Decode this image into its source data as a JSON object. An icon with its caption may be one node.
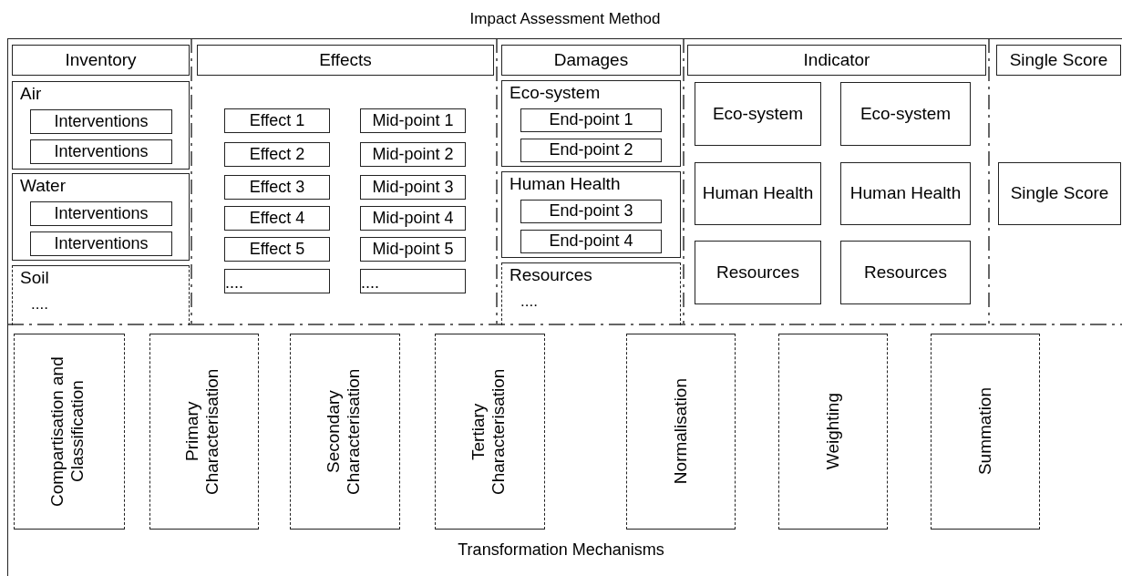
{
  "diagram": {
    "nodes": [
      {
        "text": [
          "Impact Assessment Method"
        ]
      },
      {
        "text": [
          "Inventory"
        ],
        "in": 0
      },
      {
        "text": [
          "Air"
        ],
        "in": 0
      },
      {
        "text": [
          "Interventions"
        ],
        "in": 2
      },
      {
        "text": [
          "Interventions"
        ],
        "in": 2
      },
      {
        "text": [
          "Water"
        ],
        "in": 0
      },
      {
        "text": [
          "Interventions"
        ],
        "in": 5
      },
      {
        "text": [
          "Interventions"
        ],
        "in": 5
      },
      {
        "text": [
          "Soil",
          "...."
        ],
        "in": 0
      },
      {
        "text": [
          "Effects"
        ],
        "in": 0
      },
      {
        "text": [
          "Effect 1"
        ],
        "in": 0
      },
      {
        "text": [
          "Mid-point 1"
        ],
        "in": 0
      },
      {
        "text": [
          "Effect 2"
        ],
        "in": 0
      },
      {
        "text": [
          "Mid-point 2"
        ],
        "in": 0
      },
      {
        "text": [
          "Effect 3"
        ],
        "in": 0
      },
      {
        "text": [
          "Mid-point 3"
        ],
        "in": 0
      },
      {
        "text": [
          "Effect 4"
        ],
        "in": 0
      },
      {
        "text": [
          "Mid-point 4"
        ],
        "in": 0
      },
      {
        "text": [
          "Effect 5"
        ],
        "in": 0
      },
      {
        "text": [
          "Mid-point 5"
        ],
        "in": 0
      },
      {
        "text": [
          "...."
        ],
        "in": 0
      },
      {
        "text": [
          "...."
        ],
        "in": 0
      },
      {
        "text": [
          "Damages"
        ],
        "in": 0
      },
      {
        "text": [
          "Eco-system"
        ],
        "in": 0
      },
      {
        "text": [
          "End-point 1"
        ],
        "in": 23
      },
      {
        "text": [
          "End-point 2"
        ],
        "in": 23
      },
      {
        "text": [
          "Human Health"
        ],
        "in": 0
      },
      {
        "text": [
          "End-point 3"
        ],
        "in": 26
      },
      {
        "text": [
          "End-point 4"
        ],
        "in": 26
      },
      {
        "text": [
          "Resources",
          "...."
        ],
        "in": 0
      },
      {
        "text": [
          "Indicator"
        ],
        "in": 0
      },
      {
        "text": [
          "Eco-system"
        ],
        "in": 0
      },
      {
        "text": [
          "Eco-system"
        ],
        "in": 0
      },
      {
        "text": [
          "Human Health"
        ],
        "in": 0
      },
      {
        "text": [
          "Human Health"
        ],
        "in": 0
      },
      {
        "text": [
          "Resources"
        ],
        "in": 0
      },
      {
        "text": [
          "Resources"
        ],
        "in": 0
      },
      {
        "text": [
          "Single Score"
        ],
        "in": 0
      },
      {
        "text": [
          "Single Score"
        ],
        "in": 0
      },
      {
        "text": [
          "Compartisation and Classification"
        ],
        "in": 0
      },
      {
        "text": [
          "Primary Characterisation"
        ],
        "in": 0
      },
      {
        "text": [
          "Secondary Characterisation"
        ],
        "in": 0
      },
      {
        "text": [
          "Tertiary Characterisation"
        ],
        "in": 0
      },
      {
        "text": [
          "Normalisation"
        ],
        "in": 0
      },
      {
        "text": [
          "Weighting"
        ],
        "in": 0
      },
      {
        "text": [
          "Summation"
        ],
        "in": 0
      }
    ],
    "labels": [
      "Transformation Mechanisms"
    ]
  }
}
